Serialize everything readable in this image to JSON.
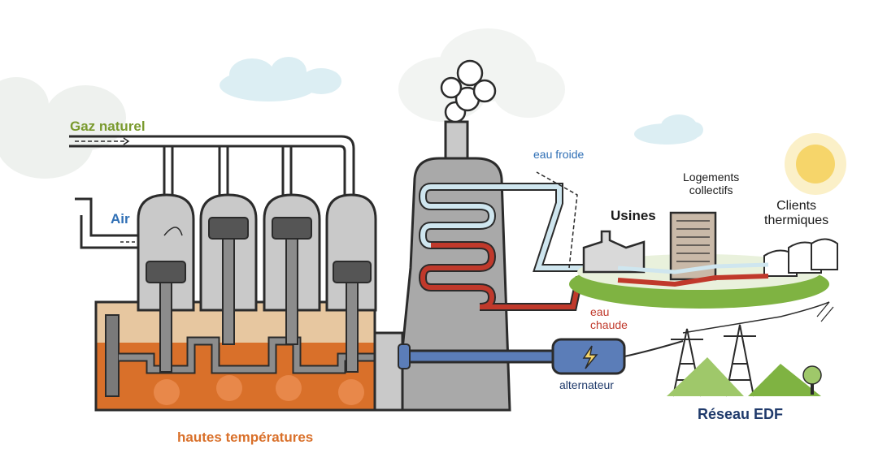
{
  "labels": {
    "gaz_naturel": "Gaz naturel",
    "air": "Air",
    "hautes_temperatures": "hautes températures",
    "eau_froide": "eau froide",
    "eau_chaude_line1": "eau",
    "eau_chaude_line2": "chaude",
    "usines": "Usines",
    "logements_line1": "Logements",
    "logements_line2": "collectifs",
    "clients_line1": "Clients",
    "clients_line2": "thermiques",
    "alternateur": "alternateur",
    "reseau_edf": "Réseau EDF"
  },
  "colors": {
    "gas_green": "#7a9a2e",
    "air_blue": "#2f6fb5",
    "hot_orange": "#d9702a",
    "hot_water_red": "#c0392b",
    "cold_water_blue": "#cfe6ef",
    "alternator_blue": "#5b7db8",
    "engine_grey": "#9a9a9a",
    "sun_yellow": "#f6d56a",
    "grass_green": "#7fb342"
  },
  "icons": [
    "lightning-icon",
    "sun-icon",
    "cloud-icon",
    "tree-icon",
    "pylon-icon",
    "factory-icon",
    "building-icon",
    "greenhouse-icon"
  ]
}
